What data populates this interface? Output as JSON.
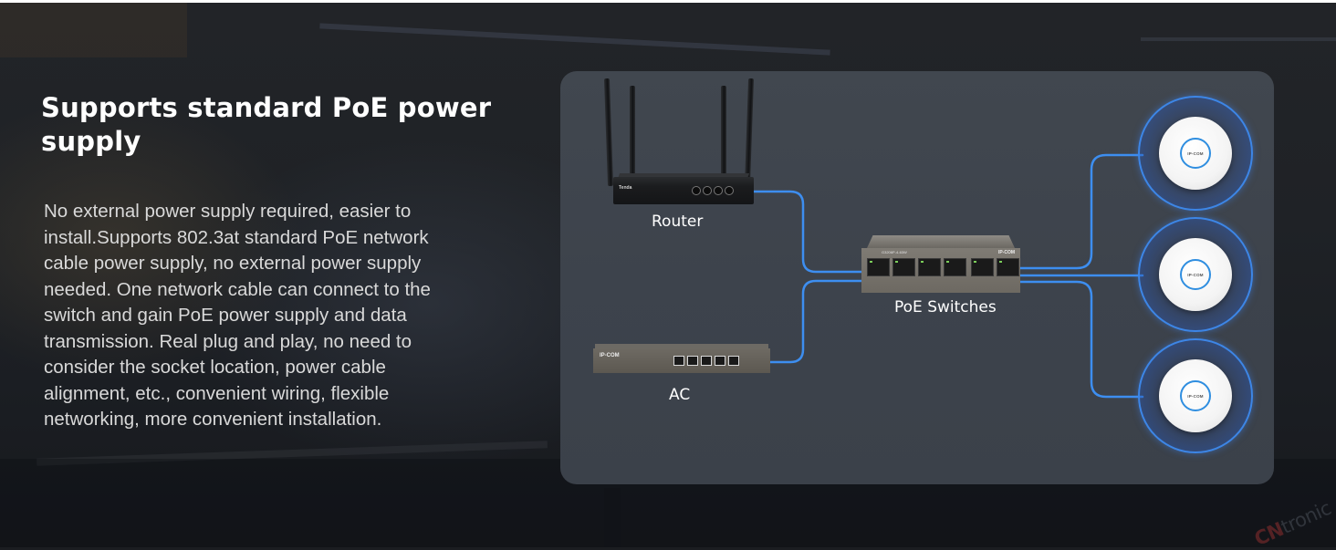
{
  "headline": "Supports standard PoE power supply",
  "description": "No external power supply required, easier to install.Supports 802.3at standard PoE network cable power supply, no external power supply needed. One network cable can connect to the switch and gain PoE power supply and data transmission. Real plug and play, no need to consider the socket location, power cable alignment, etc., convenient wiring, flexible networking, more convenient installation.",
  "diagram": {
    "router": {
      "label": "Router",
      "brand": "Tenda"
    },
    "poe_switch": {
      "label": "PoE Switches",
      "brand": "IP-COM",
      "model": "G3206P-4-63W",
      "port_count": 6
    },
    "ac": {
      "label": "AC",
      "brand": "IP-COM",
      "port_count": 5
    },
    "access_points": [
      {
        "brand": "IP-COM"
      },
      {
        "brand": "IP-COM"
      },
      {
        "brand": "IP-COM"
      }
    ]
  },
  "watermark": {
    "part_a": "CN",
    "part_b": "tronic"
  },
  "colors": {
    "cable": "#3d8ef0",
    "panel": "#3f454e",
    "headline": "#ffffff",
    "body": "#d9d9d9"
  }
}
